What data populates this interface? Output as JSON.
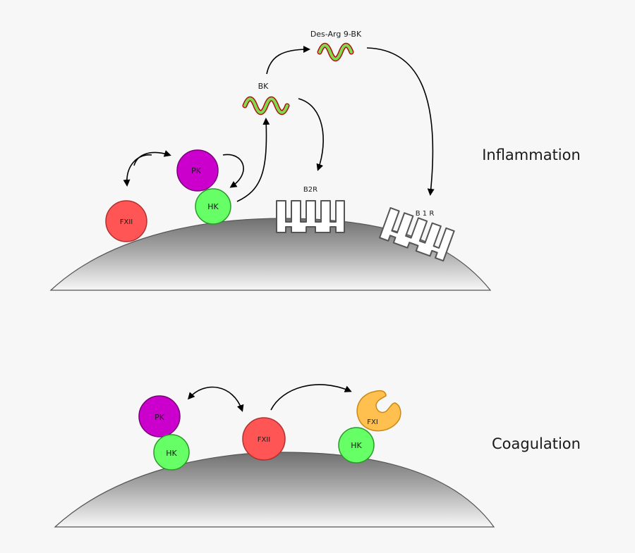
{
  "sections": {
    "inflammation": "Inflammation",
    "coagulation": "Coagulation"
  },
  "molecules": {
    "bk": "BK",
    "des_arg9_bk": "Des-Arg 9-BK",
    "b2r": "B2R",
    "b1r": "B 1 R",
    "pk": "PK",
    "hk": "HK",
    "fxii": "FXII",
    "fxi": "FXI"
  },
  "colors": {
    "pk": "#cc00cc",
    "hk": "#66ff66",
    "fxii": "#ff5555",
    "fxi": "#ffc050",
    "peptide_fill": "#7fdc50",
    "peptide_outline": "#b01010"
  }
}
